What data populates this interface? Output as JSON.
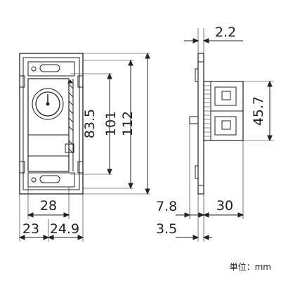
{
  "dimensions": {
    "front_height_83_5": "83.5",
    "front_height_101": "101",
    "front_height_112": "112",
    "front_width_28": "28",
    "front_width_23": "23",
    "front_width_24_9": "24.9",
    "side_top_2_2": "2.2",
    "side_height_45_7": "45.7",
    "side_width_7_8": "7.8",
    "side_depth_30": "30",
    "side_width_3_5": "3.5"
  },
  "unit_label": "単位：mm"
}
